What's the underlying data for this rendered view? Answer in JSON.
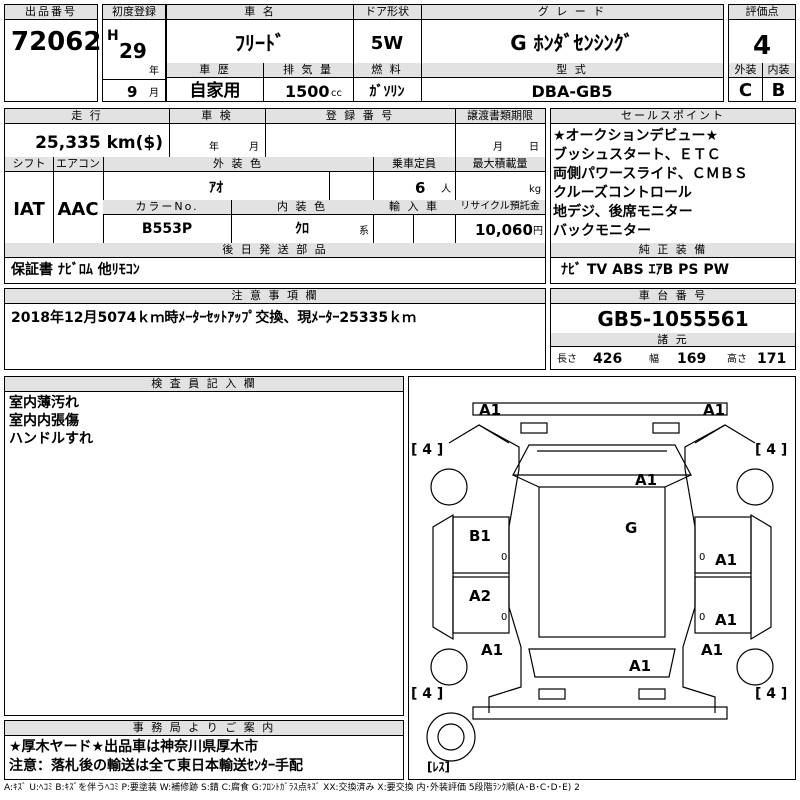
{
  "headers": {
    "lot_no": "出品番号",
    "first_reg": "初度登録",
    "car_name": "車 名",
    "door": "ドア形状",
    "grade": "グ レ ー ド",
    "score": "評価点",
    "history": "車 歴",
    "displacement": "排 気 量",
    "fuel": "燃 料",
    "model": "型 式",
    "ext_score": "外装",
    "int_score": "内装",
    "mileage": "走 行",
    "inspection": "車 検",
    "reg_no": "登 録 番 号",
    "transfer": "譲渡書類期限",
    "sales_points": "セールスポイント",
    "shift": "シフト",
    "ac": "エアコン",
    "ext_color": "外 装 色",
    "capacity": "乗車定員",
    "load": "最大積載量",
    "color_no": "カラーNo.",
    "int_color": "内 装 色",
    "import": "輸 入 車",
    "recycle": "リサイクル預託金",
    "later_parts": "後 日 発 送 部 品",
    "genuine": "純 正 装 備",
    "notes": "注 意 事 項 欄",
    "chassis": "車 台 番 号",
    "dims": "諸 元",
    "inspector": "検 査 員 記 入 欄",
    "office": "事 務 局 よ り ご 案 内"
  },
  "vehicle": {
    "lot_no": "72062",
    "era": "H",
    "year": "29",
    "year_unit": "年",
    "month": "9",
    "month_unit": "月",
    "car_name": "ﾌﾘｰﾄﾞ",
    "door": "5W",
    "grade": "G ﾎﾝﾀﾞｾﾝｼﾝｸﾞ",
    "score": "4",
    "history": "自家用",
    "displacement": "1500",
    "displacement_unit": "cc",
    "fuel": "ｶﾞｿﾘﾝ",
    "model": "DBA-GB5",
    "ext_score": "C",
    "int_score": "B",
    "mileage": "25,335 km($)",
    "insp_year_unit": "年",
    "insp_month_unit": "月",
    "transfer_month_unit": "月",
    "transfer_day_unit": "日",
    "shift": "IAT",
    "ac": "AAC",
    "ext_color": "ｱｵ",
    "capacity": "6",
    "capacity_unit": "人",
    "load_unit": "kg",
    "color_no": "B553P",
    "int_color": "ｸﾛ",
    "int_color_unit": "系",
    "recycle": "10,060",
    "recycle_unit": "円",
    "later_parts": "保証書 ﾅﾋﾞﾛﾑ 他ﾘﾓｺﾝ",
    "genuine": "ﾅﾋﾞ TV ABS ｴｱB PS PW",
    "notes": "2018年12月5074ｋｍ時ﾒｰﾀｰｾｯﾄｱｯﾌﾟ交換、現ﾒｰﾀｰ25335ｋｍ",
    "chassis": "GB5-1055561",
    "length_label": "長さ",
    "length": "426",
    "width_label": "幅",
    "width": "169",
    "height_label": "高さ",
    "height": "171"
  },
  "sales_points": [
    "★オークションデビュー★",
    "ブッシュスタート、ＥＴＣ",
    "両側パワースライド、ＣＭＢＳ",
    "クルーズコントロール",
    "地デジ、後席モニター",
    "バックモニター"
  ],
  "inspector_notes": [
    "室内薄汚れ",
    "室内内張傷",
    "ハンドルすれ"
  ],
  "office_notes": [
    "★厚木ヤード★出品車は神奈川県厚木市",
    "注意：落札後の輸送は全て東日本輸送ｾﾝﾀｰ手配"
  ],
  "diagram": {
    "tire_label": "[ 4 ]",
    "marks": {
      "front_left": "A1",
      "front_right": "A1",
      "hood": "A1",
      "roof": "G",
      "left_front_door": "B1",
      "left_rear_door": "A2",
      "right_front_door": "A1",
      "right_rear_door": "A1",
      "left_quarter": "A1",
      "right_quarter": "A1",
      "rear_glass": "A1"
    },
    "door_zero": "0",
    "spare": "[ﾚｽ]"
  },
  "legend": "A:ｷｽﾞ U:ﾍｺﾐ B:ｷｽﾞを伴うﾍｺﾐ P:要塗装 W:補修跡 S:錆 C:腐食 G:ﾌﾛﾝﾄｶﾞﾗｽ点ｷｽﾞ XX:交換済み X:要交換 内･外装評価 5段階ﾗﾝｸ順(A･B･C･D･E) 2"
}
